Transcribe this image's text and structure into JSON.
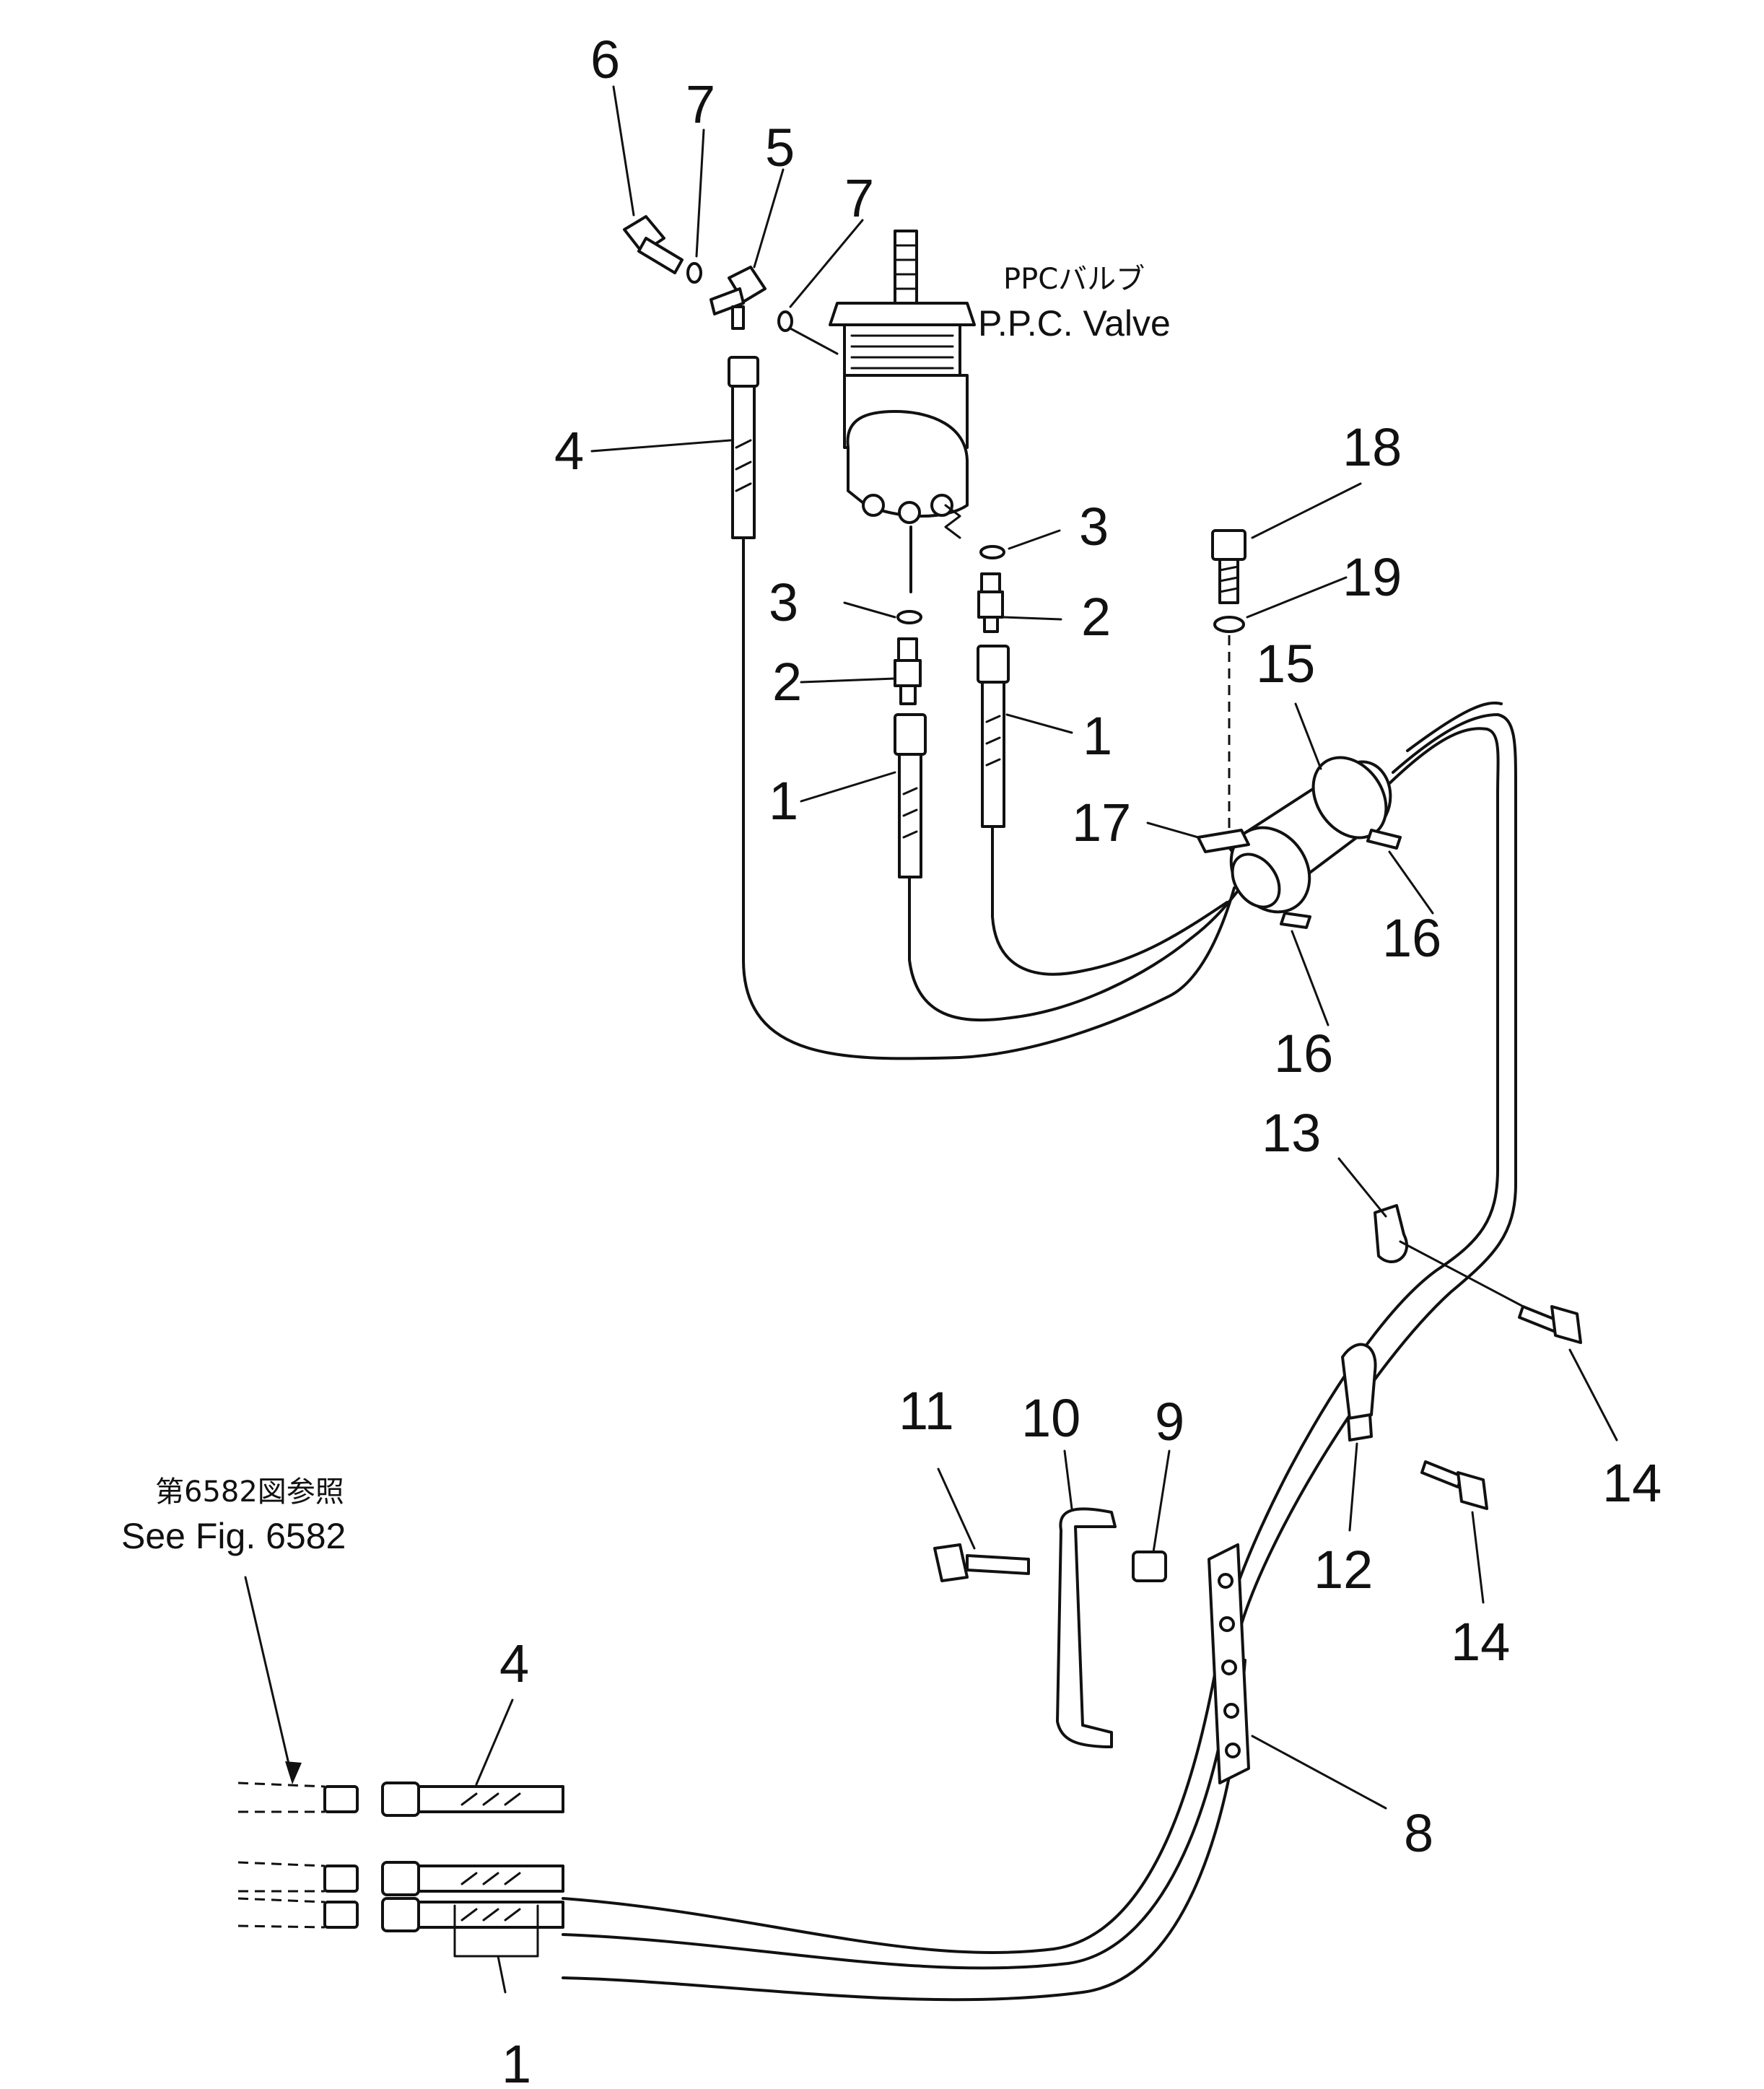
{
  "callouts": {
    "c1a": "1",
    "c1b": "1",
    "c1c": "1",
    "c2a": "2",
    "c2b": "2",
    "c3a": "3",
    "c3b": "3",
    "c4a": "4",
    "c4b": "4",
    "c5": "5",
    "c6": "6",
    "c7a": "7",
    "c7b": "7",
    "c8": "8",
    "c9": "9",
    "c10": "10",
    "c11": "11",
    "c12": "12",
    "c13": "13",
    "c14a": "14",
    "c14b": "14",
    "c15": "15",
    "c16a": "16",
    "c16b": "16",
    "c17": "17",
    "c18": "18",
    "c19": "19"
  },
  "labels": {
    "ppc_jp": "PPCバルブ",
    "ppc_en": "P.P.C. Valve",
    "ref_jp": "第6582図参照",
    "ref_en": "See Fig. 6582"
  }
}
